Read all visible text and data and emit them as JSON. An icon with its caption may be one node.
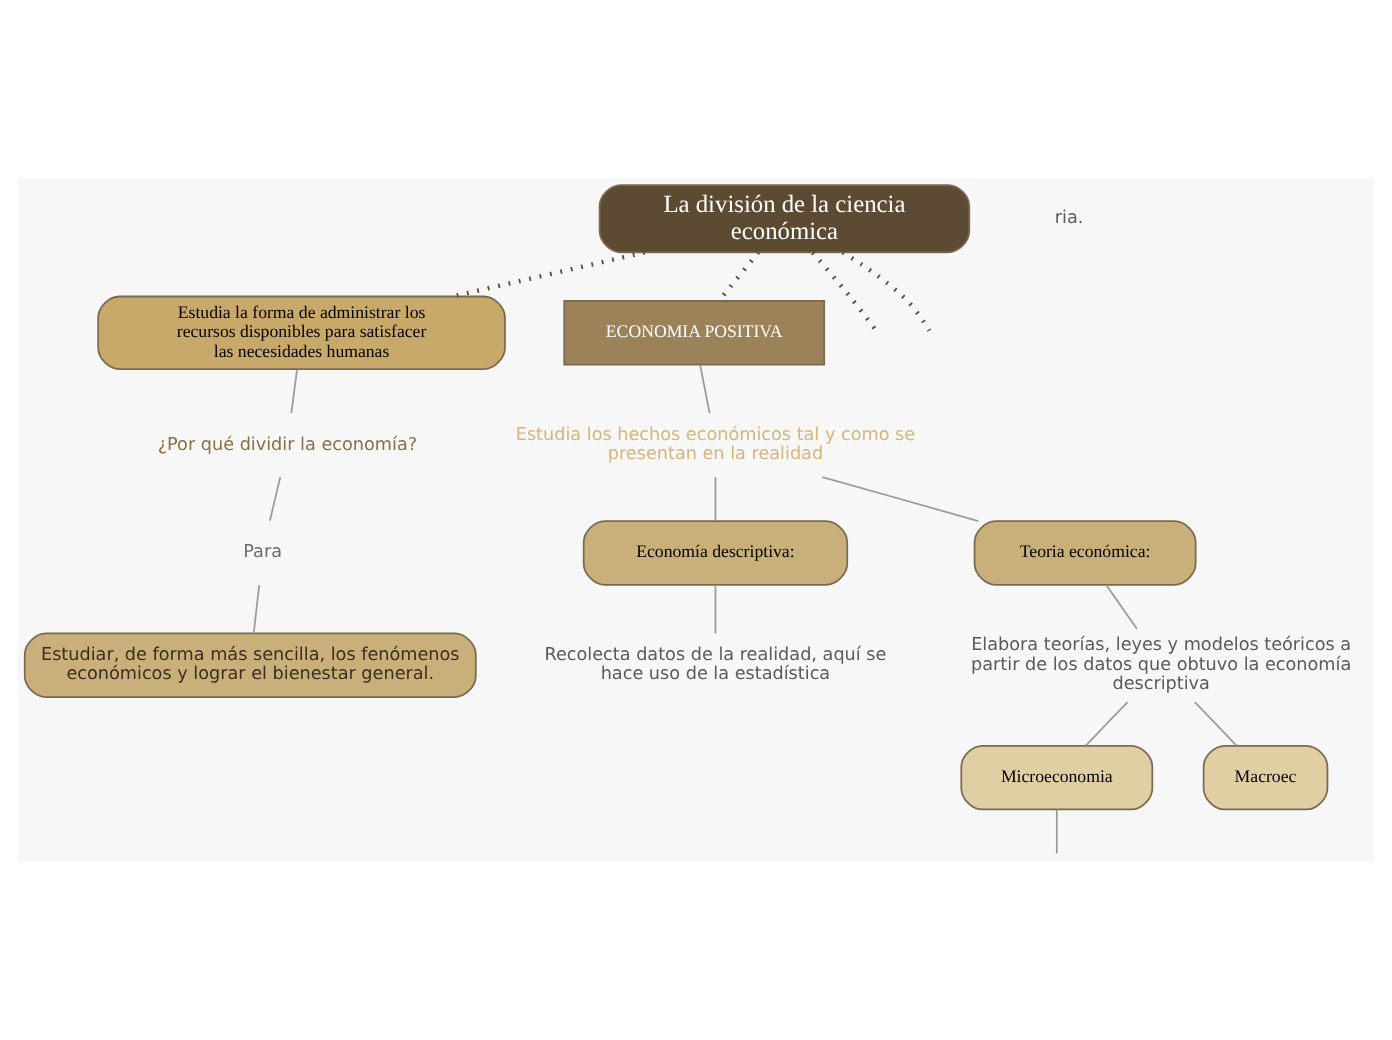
{
  "diagram": {
    "nodes": [
      {
        "text": [
          "La división de la ciencia económica"
        ]
      },
      {
        "text": [
          "Estudia la forma de administrar los recursos disponibles para satisfacer las necesidades humanas"
        ]
      },
      {
        "text": [
          "¿Por qué dividir la economía?"
        ]
      },
      {
        "text": [
          "Para"
        ]
      },
      {
        "text": [
          "Estudiar, de forma más sencilla, los fenómenos económicos y lograr el bienestar general."
        ]
      },
      {
        "text": [
          "ECONOMIA POSITIVA"
        ]
      },
      {
        "text": [
          "Estudia los hechos económicos tal y como se presentan en la realidad"
        ]
      },
      {
        "text": [
          "Economía descriptiva:"
        ]
      },
      {
        "text": [
          "Recolecta datos de la realidad, aquí se hace uso de la estadística"
        ]
      },
      {
        "text": [
          "Teoria económica:"
        ]
      },
      {
        "text": [
          "Elabora teorías, leyes y modelos teóricos a partir de los datos que obtuvo la economía descriptiva"
        ]
      },
      {
        "text": [
          "Microeconomia"
        ]
      },
      {
        "text": [
          "Macroec"
        ]
      }
    ],
    "edges": [
      {
        "from": 0,
        "to": null,
        "arrow": "none",
        "style": "dashed",
        "color": "#5c4a33"
      },
      {
        "from": 0,
        "to": 1,
        "arrow": "none",
        "style": "dashed",
        "color": "#5c4a33"
      },
      {
        "from": 0,
        "to": 5,
        "arrow": "none",
        "style": "dashed",
        "color": "#5c4a33"
      },
      {
        "from": 0,
        "to": null,
        "arrow": "none",
        "style": "dashed",
        "color": "#5c4a33"
      },
      {
        "from": 1,
        "to": 2,
        "arrow": "none"
      },
      {
        "from": 2,
        "to": 3,
        "arrow": "none"
      },
      {
        "from": 3,
        "to": 4,
        "arrow": "none"
      },
      {
        "from": 5,
        "to": 6,
        "arrow": "none"
      },
      {
        "from": 6,
        "to": 7,
        "arrow": "none"
      },
      {
        "from": 6,
        "to": 9,
        "arrow": "none"
      },
      {
        "from": 7,
        "to": 8,
        "arrow": "none"
      },
      {
        "from": 9,
        "to": 10,
        "arrow": "none"
      },
      {
        "from": 10,
        "to": 11,
        "arrow": "none"
      },
      {
        "from": 10,
        "to": 12,
        "arrow": "none"
      },
      {
        "from": 11,
        "to": null,
        "arrow": "none"
      }
    ],
    "labels": [
      "ria."
    ]
  }
}
